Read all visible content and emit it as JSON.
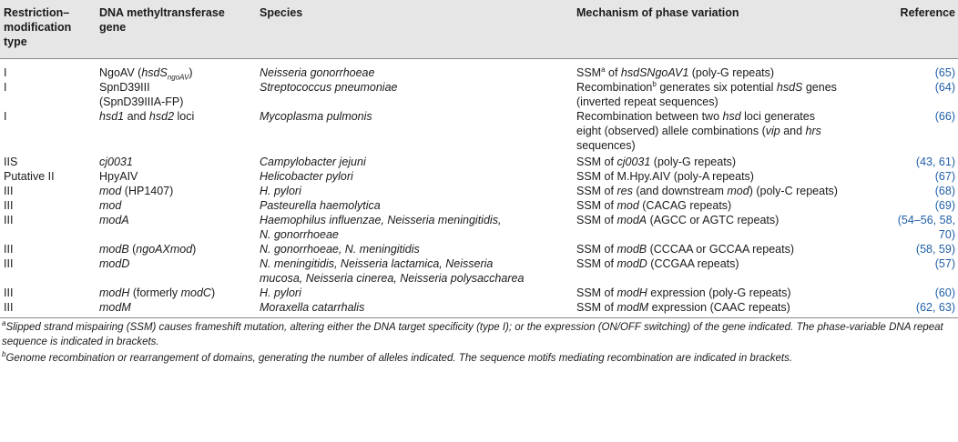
{
  "headers": {
    "type": "Restriction–modification type",
    "gene": "DNA methyltransferase gene",
    "species": "Species",
    "mechanism": "Mechanism of phase variation",
    "reference": "Reference"
  },
  "rows": [
    {
      "type": "I",
      "gene_a": "NgoAV (",
      "gene_b": "hsdS",
      "gene_sub": "ngoAV",
      "gene_c": ")",
      "species": "Neisseria gonorrhoeae",
      "mech_a": "SSM",
      "mech_sup": "a",
      "mech_b": " of ",
      "mech_it": "hsdSNgoAV1",
      "mech_c": " (poly-G repeats)",
      "ref": "(65)"
    },
    {
      "type": "I",
      "gene_a": "SpnD39III",
      "gene_b": "(SpnD39IIIA-FP)",
      "species": "Streptococcus pneumoniae",
      "mech_a": "Recombination",
      "mech_sup": "b",
      "mech_b": " generates six potential ",
      "mech_it": "hsdS",
      "mech_c": " genes",
      "mech_d": "(inverted repeat sequences)",
      "ref": "(64)"
    },
    {
      "type": "I",
      "gene_it": "hsd1",
      "gene_mid": " and ",
      "gene_it2": "hsd2",
      "gene_end": " loci",
      "species": "Mycoplasma pulmonis",
      "mech_1": "Recombination between two ",
      "mech_it1": "hsd",
      "mech_2": " loci generates",
      "mech_3": "eight (observed) allele combinations (",
      "mech_it2": "vip",
      "mech_4": " and ",
      "mech_it3": "hrs",
      "mech_5": "sequences)",
      "ref": "(66)"
    },
    {
      "type": "IIS",
      "gene": "cj0031",
      "species": "Campylobacter jejuni",
      "mech_a": "SSM of ",
      "mech_it": "cj0031",
      "mech_b": " (poly-G repeats)",
      "ref": "(43, 61)"
    },
    {
      "type": "Putative II",
      "gene": "HpyAIV",
      "species": "Helicobacter pylori",
      "mech": "SSM of M.Hpy.AIV (poly-A repeats)",
      "ref": "(67)"
    },
    {
      "type": "III",
      "gene_it": "mod",
      "gene_rest": " (HP1407)",
      "species": "H. pylori",
      "mech_a": "SSM of ",
      "mech_it": "res",
      "mech_b": " (and downstream ",
      "mech_it2": "mod",
      "mech_c": ") (poly-C repeats)",
      "ref": "(68)"
    },
    {
      "type": "III",
      "gene": "mod",
      "species": "Pasteurella haemolytica",
      "mech_a": "SSM of ",
      "mech_it": "mod",
      "mech_b": " (CACAG repeats)",
      "ref": "(69)"
    },
    {
      "type": "III",
      "gene": "modA",
      "species_1": "Haemophilus influenzae, Neisseria meningitidis,",
      "species_2": "N. gonorrhoeae",
      "mech_a": "SSM of ",
      "mech_it": "modA",
      "mech_b": " (AGCC or AGTC repeats)",
      "ref_1": "(54–56, 58,",
      "ref_2": "70)"
    },
    {
      "type": "III",
      "gene_it": "modB",
      "gene_rest": " (",
      "gene_it2": "ngoAXmod",
      "gene_end": ")",
      "species": "N. gonorrhoeae, N. meningitidis",
      "mech_a": "SSM of ",
      "mech_it": "modB",
      "mech_b": " (CCCAA or GCCAA repeats)",
      "ref": "(58, 59)"
    },
    {
      "type": "III",
      "gene": "modD",
      "species_1": "N. meningitidis, Neisseria lactamica, Neisseria",
      "species_2": "mucosa, Neisseria cinerea, Neisseria polysaccharea",
      "mech_a": "SSM of ",
      "mech_it": "modD",
      "mech_b": " (CCGAA repeats)",
      "ref": "(57)"
    },
    {
      "type": "III",
      "gene_it": "modH",
      "gene_rest": " (formerly ",
      "gene_it2": "modC",
      "gene_end": ")",
      "species": "H. pylori",
      "mech_a": "SSM of ",
      "mech_it": "modH",
      "mech_b": " expression (poly-G repeats)",
      "ref": "(60)"
    },
    {
      "type": "III",
      "gene": "modM",
      "species": "Moraxella catarrhalis",
      "mech_a": "SSM of ",
      "mech_it": "modM",
      "mech_b": " expression (CAAC repeats)",
      "ref": "(62, 63)"
    }
  ],
  "footnotes": {
    "a_mark": "a",
    "a_text": "Slipped strand mispairing (SSM) causes frameshift mutation, altering either the DNA target specificity (type I); or the expression (ON/OFF switching) of the gene indicated. The phase-variable DNA repeat sequence is indicated in brackets.",
    "b_mark": "b",
    "b_text": "Genome recombination or rearrangement of domains, generating the number of alleles indicated. The sequence motifs mediating recombination are indicated in brackets."
  }
}
